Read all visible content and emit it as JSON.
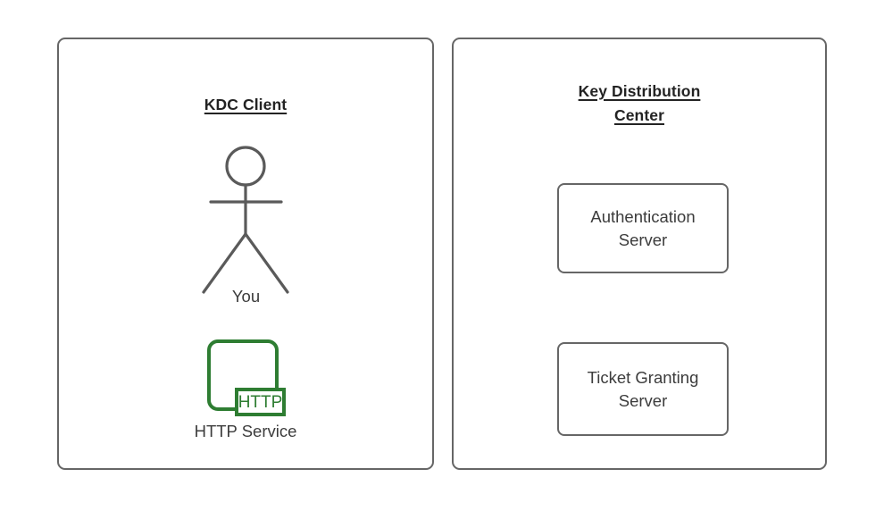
{
  "diagram": {
    "type": "architecture-diagram",
    "panels": [
      {
        "id": "kdc-client",
        "title": "KDC Client",
        "title_style": "bold-underline",
        "nodes": [
          {
            "id": "you",
            "label": "You",
            "icon": "stick-figure-actor-icon"
          },
          {
            "id": "http-service",
            "label": "HTTP Service",
            "icon": "http-service-icon",
            "badge": "HTTP",
            "accent_color": "#2E7D32"
          }
        ]
      },
      {
        "id": "key-distribution-center",
        "title_line1": "Key Distribution",
        "title_line2": "Center",
        "title_style": "bold-underline",
        "nodes": [
          {
            "id": "authentication-server",
            "line1": "Authentication",
            "line2": "Server"
          },
          {
            "id": "ticket-granting-server",
            "line1": "Ticket Granting",
            "line2": "Server"
          }
        ]
      }
    ]
  },
  "colors": {
    "background": "#ffffff",
    "stroke": "#666666",
    "text": "#3c3c3c",
    "title_text": "#232323",
    "accent_green": "#2E7D32"
  }
}
